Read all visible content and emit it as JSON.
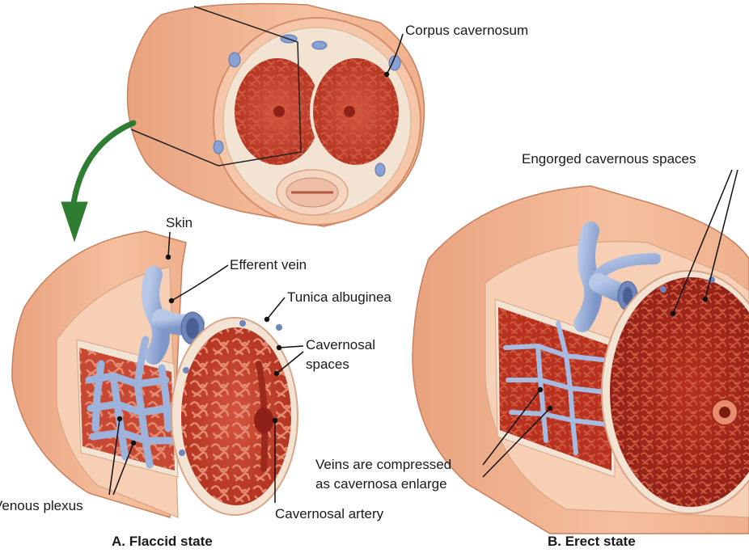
{
  "labels": {
    "corpus_cavernosum": "Corpus cavernosum",
    "engorged_cavernous_spaces": "Engorged cavernous spaces",
    "skin": "Skin",
    "efferent_vein": "Efferent vein",
    "tunica_albuginea": "Tunica albuginea",
    "cavernosal_spaces_line1": "Cavernosal",
    "cavernosal_spaces_line2": "spaces",
    "veins_compressed_line1": "Veins are compressed",
    "veins_compressed_line2": "as cavernosa enlarge",
    "venous_plexus": "Venous plexus",
    "cavernosal_artery": "Cavernosal artery"
  },
  "captions": {
    "flaccid": "A. Flaccid state",
    "erect": "B. Erect state"
  },
  "colors": {
    "skin": "#f2b48f",
    "skin_dark": "#d98a6a",
    "tissue": "#c0392b",
    "tissue_dark": "#8e2118",
    "tissue_light": "#e4836a",
    "vein": "#9db3dc",
    "vein_dark": "#6f86bb",
    "arrow": "#2e7d32",
    "albuginea": "#f3e3d3"
  }
}
